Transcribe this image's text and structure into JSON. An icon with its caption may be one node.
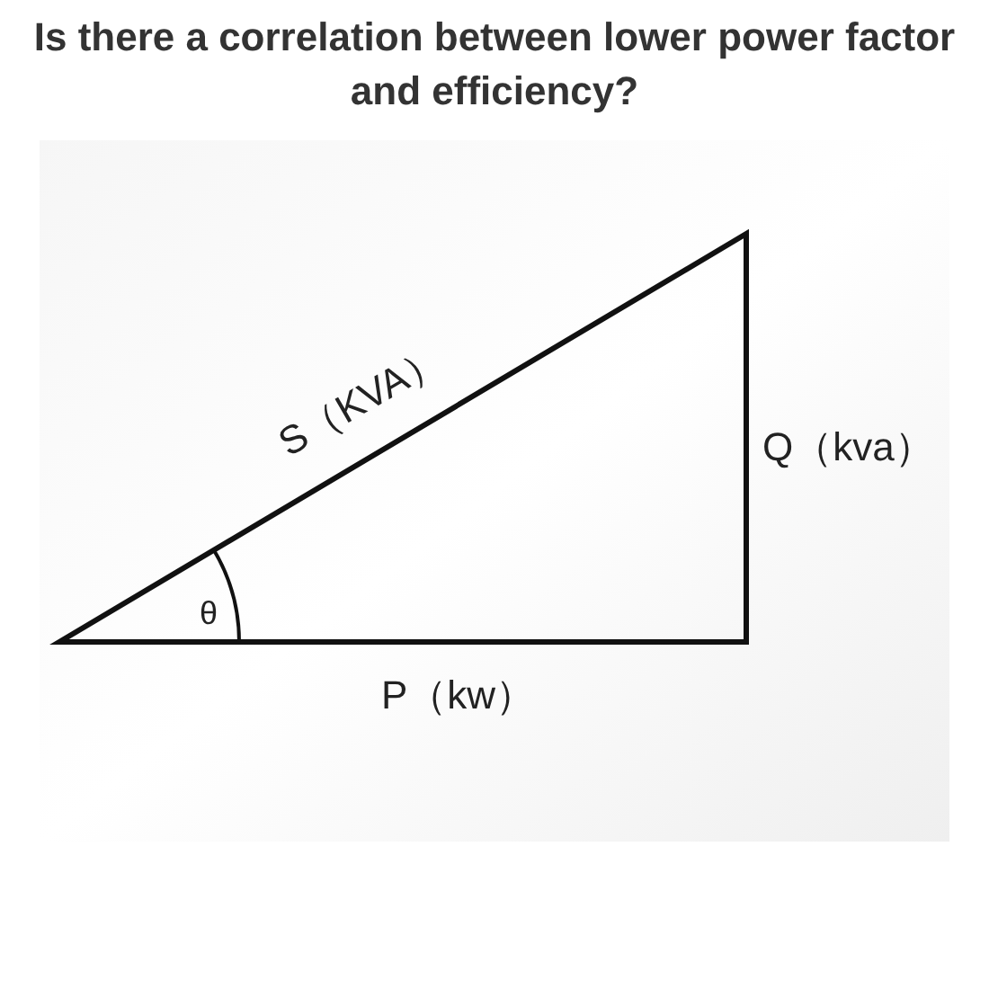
{
  "diagram": {
    "title": "Is there a correlation between lower power factor and efficiency?",
    "labels": [
      "S（KVA）",
      "Q（kva）",
      "θ",
      "P（kw）"
    ]
  }
}
